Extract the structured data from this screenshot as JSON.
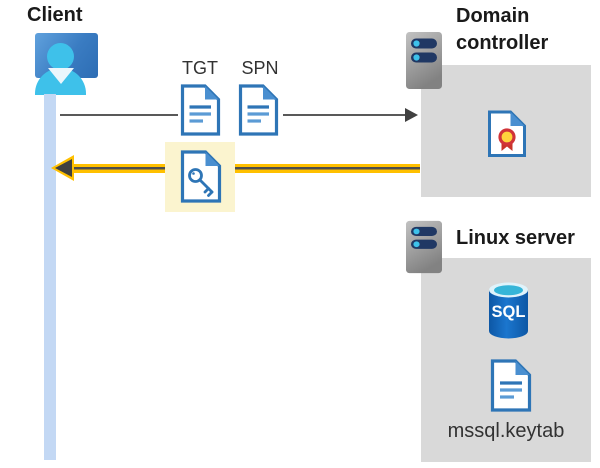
{
  "client": {
    "label": "Client"
  },
  "tickets": {
    "tgt_label": "TGT",
    "spn_label": "SPN"
  },
  "domain_controller": {
    "label": "Domain controller"
  },
  "linux_server": {
    "label": "Linux server",
    "sql_icon_label": "SQL",
    "keytab_filename": "mssql.keytab"
  },
  "colors": {
    "arrow_highlight_yellow": "#FFC000",
    "highlight_background": "#FBF4CF",
    "container_gray": "#D9D9D9",
    "document_icon_blue": "#2E75B6",
    "client_bar_blue": "#C3D8F4",
    "person_cyan": "#3EC1EA",
    "request_arrow_gray": "#595959"
  }
}
